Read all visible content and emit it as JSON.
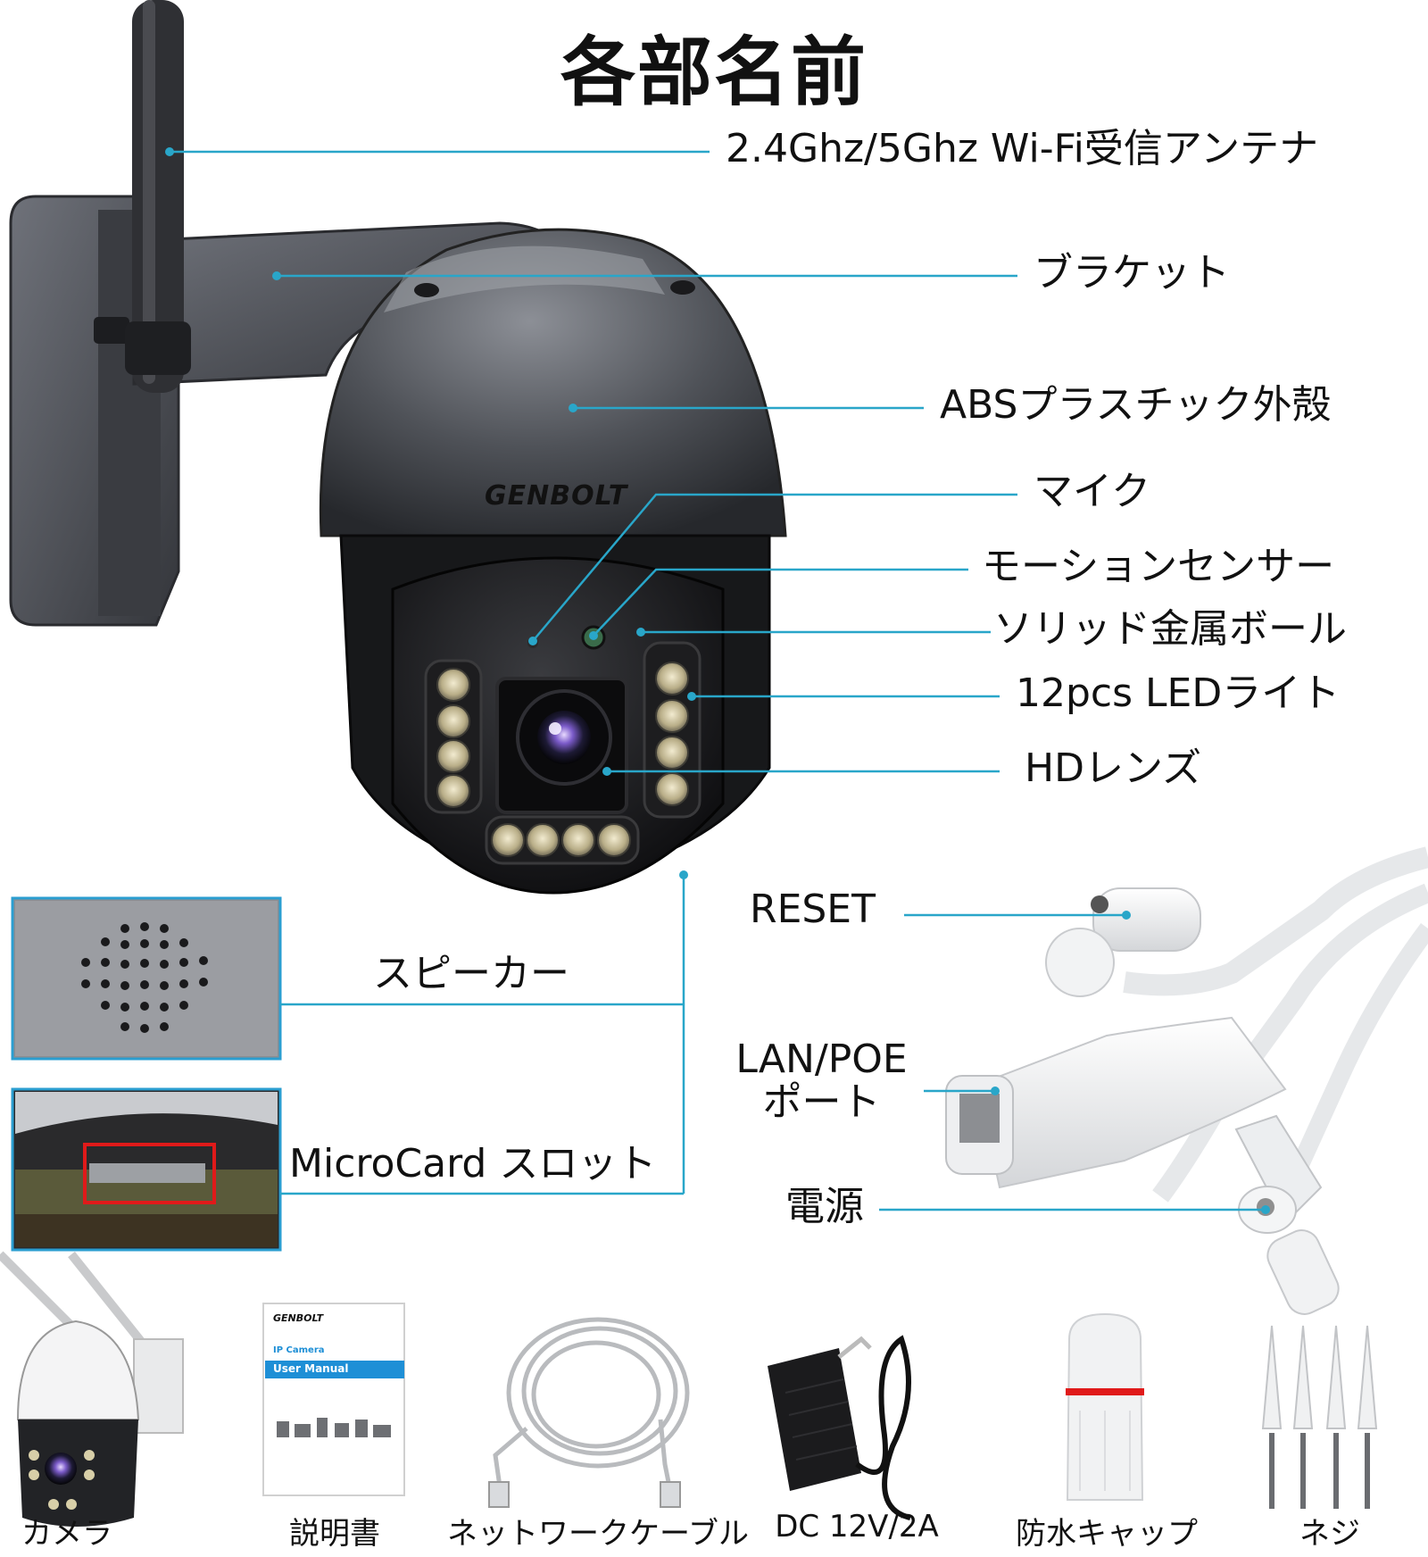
{
  "title": "各部名前",
  "brand": "GENBOLT",
  "colors": {
    "leader_line": "#29a6c9",
    "frame": "#2b9ed0",
    "highlight": "#e01a1a",
    "manual_bar": "#1e8fd6"
  },
  "labels": {
    "antenna": "2.4Ghz/5Ghz Wi-Fi受信アンテナ",
    "bracket": "ブラケット",
    "shell": "ABSプラスチック外殻",
    "mic": "マイク",
    "motion": "モーションセンサー",
    "ball": "ソリッド金属ボール",
    "led": "12pcs LEDライト",
    "lens": "HDレンズ",
    "speaker": "スピーカー",
    "microcard": "MicroCard スロット",
    "reset": "RESET",
    "lan_line1": "LAN/POE",
    "lan_line2": "ポート",
    "power": "電源"
  },
  "manual": {
    "brand": "GENBOLT",
    "subtitle": "IP Camera",
    "title": "User Manual"
  },
  "contents": [
    {
      "label": "カメラ",
      "icon": "camera-icon"
    },
    {
      "label": "説明書",
      "icon": "manual-icon"
    },
    {
      "label": "ネットワークケーブル",
      "icon": "network-cable-icon"
    },
    {
      "label": "DC 12V/2A",
      "icon": "power-adapter-icon"
    },
    {
      "label": "防水キャップ",
      "icon": "waterproof-cap-icon"
    },
    {
      "label": "ネジ",
      "icon": "screws-icon"
    }
  ]
}
